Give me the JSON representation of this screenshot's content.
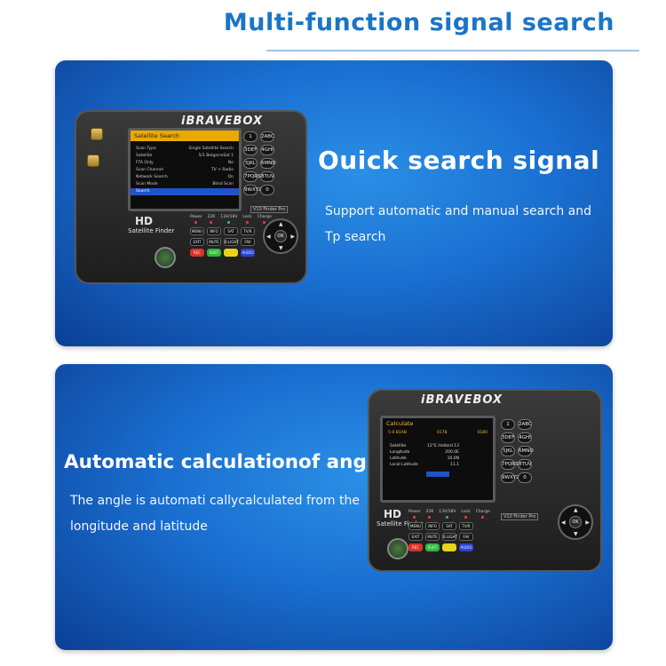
{
  "header": {
    "title": "Multi-function signal search"
  },
  "panel1": {
    "title": "Ouick search signal",
    "description": "Support automatic and manual search and Tp search",
    "device": {
      "brand": "iBRAVEBOX",
      "screen_title": "Satellite Search",
      "screen_rows": [
        {
          "label": "Scan Type",
          "value": "Single Satellite Search"
        },
        {
          "label": "Satellite",
          "value": "5/1 BelgarraSat 1"
        },
        {
          "label": "FTA Only",
          "value": "No"
        },
        {
          "label": "Scan Channel",
          "value": "TV + Radio"
        },
        {
          "label": "Network Search",
          "value": "On"
        },
        {
          "label": "Scan Mode",
          "value": "Blind Scan"
        },
        {
          "label": "Search",
          "value": ""
        }
      ],
      "hd_label": "HD",
      "finder_label": "Satellite Finder",
      "model": "V10 Finder Pro"
    }
  },
  "panel2": {
    "title": "Automatic calculationof angle",
    "description": "The angle is automati callycalculated from the longitude and latitude",
    "device": {
      "brand": "iBRAVEBOX",
      "screen_title": "Calculate",
      "screen_top": [
        "5-0 B1AB",
        "0178",
        "0180"
      ],
      "calc_rows": [
        {
          "label": "Satellite",
          "value": "12°E Hotbird 13"
        },
        {
          "label": "Longitude",
          "value": "200.0E"
        },
        {
          "label": "Latitude",
          "value": "10.0N"
        },
        {
          "label": "Local Latitude",
          "value": "11.1"
        }
      ],
      "hd_label": "HD",
      "finder_label": "Satellite Finder",
      "model": "V10 Finder Pro"
    }
  },
  "device_common": {
    "leds": [
      "Power",
      "22K",
      "13V/18V",
      "Lock",
      "Charge"
    ],
    "keypad": [
      "1",
      "2ABC",
      "3DEF",
      "4GHI",
      "5JKL",
      "6MNO",
      "7PQRS",
      "8TUV",
      "9WXYZ",
      "0"
    ],
    "function_buttons": [
      "MENU",
      "INFO",
      "SAT",
      "TV/R",
      "EXIT",
      "MUTE",
      "B.LIGHT",
      "FAV",
      "REC",
      "SUBT",
      "",
      "AUDIO"
    ],
    "ok_label": "OK"
  },
  "colors": {
    "header_text": "#1a75c6",
    "panel_gradient": [
      "#2a8fe6",
      "#0b3f96"
    ],
    "screen_header": "#e8a900"
  }
}
